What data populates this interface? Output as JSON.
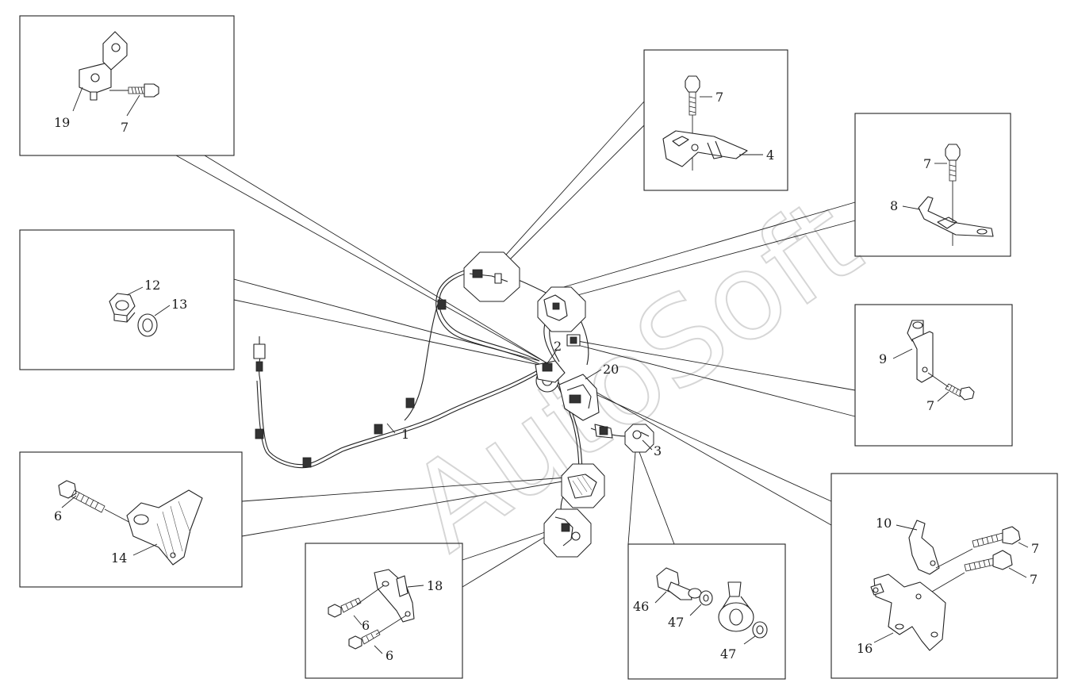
{
  "watermark": "AutoSoft",
  "callouts": {
    "c19": "19",
    "c7a": "7",
    "c7b": "7",
    "c4": "4",
    "c7c": "7",
    "c8": "8",
    "c12": "12",
    "c13": "13",
    "c9": "9",
    "c7d": "7",
    "c6a": "6",
    "c14": "14",
    "c10": "10",
    "c7e": "7",
    "c7f": "7",
    "c16": "16",
    "c18": "18",
    "c6b": "6",
    "c6c": "6",
    "c46": "46",
    "c47a": "47",
    "c47b": "47",
    "c1": "1",
    "c2": "2",
    "c20": "20",
    "c3": "3"
  }
}
